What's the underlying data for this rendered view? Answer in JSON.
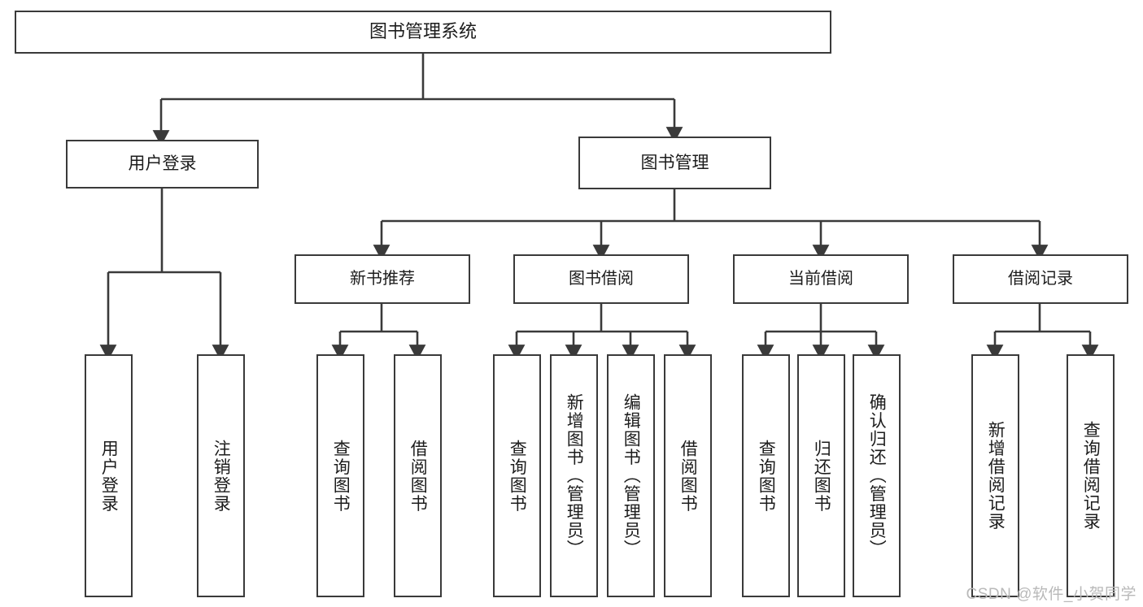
{
  "diagram": {
    "type": "tree-hierarchy-chart",
    "title": "图书管理系统",
    "watermark": "CSDN @软件_小贺同学",
    "colors": {
      "border": "#3a3a3a",
      "background": "#ffffff",
      "text": "#1c1c1c",
      "connector": "#3a3a3a",
      "watermark": "#b9b9b9"
    },
    "root": {
      "label": "图书管理系统"
    },
    "level1": [
      {
        "label": "用户登录"
      },
      {
        "label": "图书管理"
      }
    ],
    "level2": [
      {
        "label": "新书推荐"
      },
      {
        "label": "图书借阅"
      },
      {
        "label": "当前借阅"
      },
      {
        "label": "借阅记录"
      }
    ],
    "leaves": {
      "user_login": [
        {
          "label": "用户登录"
        },
        {
          "label": "注销登录"
        }
      ],
      "new_book_recommend": [
        {
          "label": "查询图书"
        },
        {
          "label": "借阅图书"
        }
      ],
      "book_borrow": [
        {
          "label": "查询图书"
        },
        {
          "label": "新增图书（管理员）"
        },
        {
          "label": "编辑图书（管理员）"
        },
        {
          "label": "借阅图书"
        }
      ],
      "current_borrow": [
        {
          "label": "查询图书"
        },
        {
          "label": "归还图书"
        },
        {
          "label": "确认归还（管理员）"
        }
      ],
      "borrow_record": [
        {
          "label": "新增借阅记录"
        },
        {
          "label": "查询借阅记录"
        }
      ]
    }
  }
}
